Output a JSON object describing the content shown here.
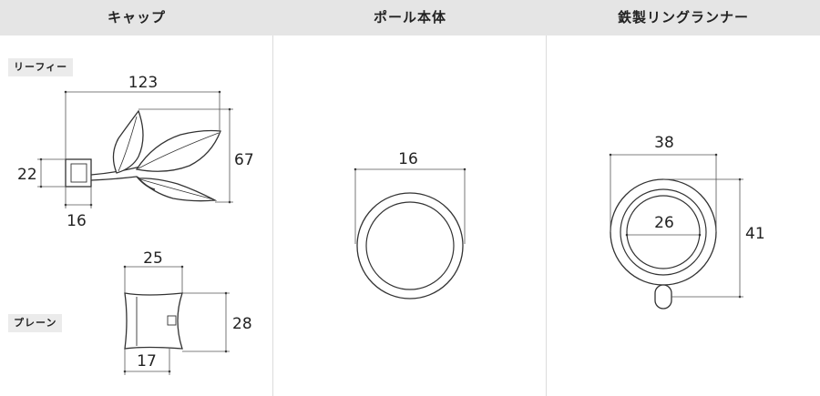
{
  "columns": [
    {
      "title": "キャップ"
    },
    {
      "title": "ポール本体"
    },
    {
      "title": "鉄製リングランナー"
    }
  ],
  "cap": {
    "leafy": {
      "label": "リーフィー",
      "width": "123",
      "height": "67",
      "neck_height": "22",
      "neck_width": "16"
    },
    "plain": {
      "label": "プレーン",
      "width": "25",
      "height": "28",
      "depth": "17"
    }
  },
  "pole": {
    "diameter": "16"
  },
  "ring": {
    "outer": "38",
    "inner": "26",
    "height": "41"
  },
  "colors": {
    "line": "#222222",
    "dim_line": "#555555",
    "header_bg": "#e5e5e5",
    "tag_bg": "#ebebeb"
  }
}
